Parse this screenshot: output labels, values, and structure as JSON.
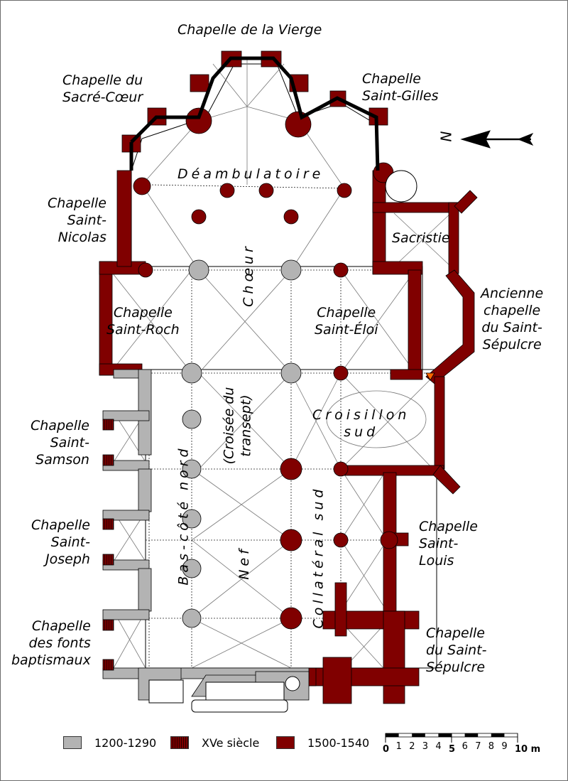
{
  "title": "Plan of church with chapels and construction periods",
  "colors": {
    "period_1200_1290": "#b3b3b3",
    "period_xve": "#5a0000",
    "period_1500_1540": "#800000",
    "highlight": "#ff6600",
    "vault_lines": "#555555",
    "outline": "#000000"
  },
  "labels": {
    "vierge": "Chapelle de la Vierge",
    "sacre_coeur": "Chapelle du\nSacré-Cœur",
    "saint_gilles": "Chapelle\nSaint-Gilles",
    "deambulatoire": "Déambulatoire",
    "saint_nicolas": "Chapelle\nSaint-\nNicolas",
    "sacristie": "Sacristie",
    "choeur": "Chœur",
    "saint_roch": "Chapelle\nSaint-Roch",
    "saint_eloi": "Chapelle\nSaint-Éloi",
    "ancienne_sepulcre": "Ancienne\nchapelle\ndu Saint-\nSépulcre",
    "croisee": "(Croisée du\ntransept)",
    "croisillon": "Croisillon\nsud",
    "saint_samson": "Chapelle\nSaint-\nSamson",
    "bas_cote": "Bas-côté nord",
    "nef": "Nef",
    "collateral": "Collatéral sud",
    "saint_joseph": "Chapelle\nSaint-\nJoseph",
    "saint_louis": "Chapelle\nSaint-\nLouis",
    "fonts": "Chapelle\ndes fonts\nbaptismaux",
    "saint_sepulcre": "Chapelle\ndu Saint-\nSépulcre"
  },
  "compass": {
    "icon": "north-arrow-icon",
    "glyph": "N"
  },
  "legend": [
    {
      "label": "1200-1290",
      "color": "#b3b3b3",
      "pattern": "solid"
    },
    {
      "label": "XVe siècle",
      "color": "#5a0000",
      "pattern": "striped"
    },
    {
      "label": "1500-1540",
      "color": "#800000",
      "pattern": "solid"
    }
  ],
  "scale_bar": {
    "ticks": [
      "0",
      "1",
      "2",
      "3",
      "4",
      "5",
      "6",
      "7",
      "8",
      "9",
      "10 m"
    ],
    "unit": "m",
    "max": 10
  }
}
